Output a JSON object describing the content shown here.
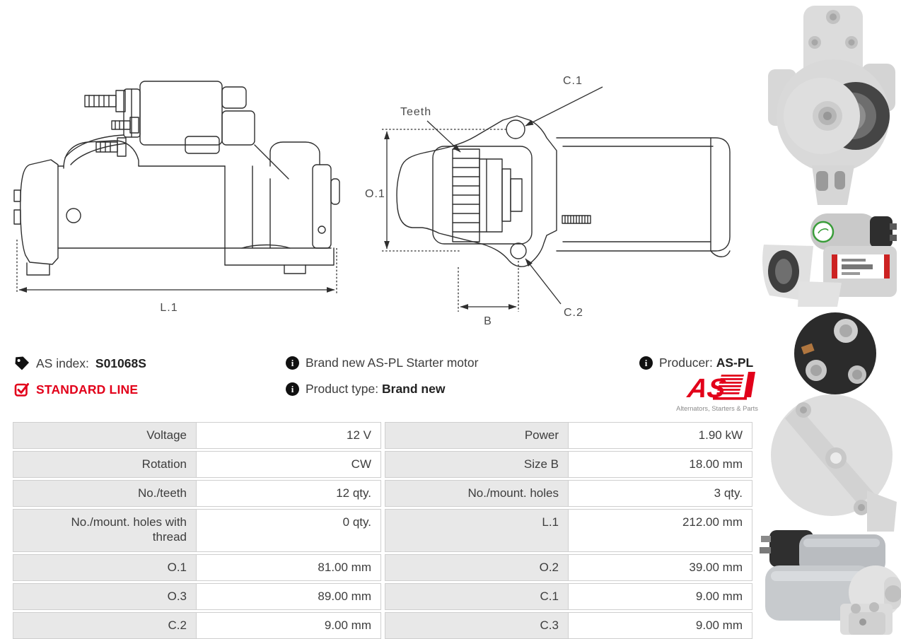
{
  "info": {
    "as_index": {
      "label": "AS index:",
      "value": "S01068S"
    },
    "standard_line": "STANDARD LINE",
    "note_brand_new": "Brand new AS-PL Starter motor",
    "product_type": {
      "label": "Product type:",
      "value": "Brand new"
    },
    "producer": {
      "label": "Producer:",
      "value": "AS-PL"
    },
    "logo": {
      "wordmark": "AS",
      "tagline": "Alternators, Starters & Parts"
    }
  },
  "drawing_labels": {
    "side_view": {
      "length": "L.1"
    },
    "front_view": {
      "teeth": "Teeth",
      "o1": "O.1",
      "b": "B",
      "c1": "C.1",
      "c2": "C.2"
    }
  },
  "table": {
    "rows": [
      {
        "cells": [
          "Voltage",
          "12 V",
          "Power",
          "1.90 kW"
        ],
        "tall": false
      },
      {
        "cells": [
          "Rotation",
          "CW",
          "Size B",
          "18.00 mm"
        ],
        "tall": false
      },
      {
        "cells": [
          "No./teeth",
          "12 qty.",
          "No./mount. holes",
          "3 qty."
        ],
        "tall": false
      },
      {
        "cells": [
          "No./mount. holes with thread",
          "0 qty.",
          "L.1",
          "212.00 mm"
        ],
        "tall": true
      },
      {
        "cells": [
          "O.1",
          "81.00 mm",
          "O.2",
          "39.00 mm"
        ],
        "tall": false
      },
      {
        "cells": [
          "O.3",
          "89.00 mm",
          "C.1",
          "9.00 mm"
        ],
        "tall": false
      },
      {
        "cells": [
          "C.2",
          "9.00 mm",
          "C.3",
          "9.00 mm"
        ],
        "tall": false
      }
    ]
  },
  "colors": {
    "accent_red": "#e2001a",
    "table_label_bg": "#e8e8e8",
    "table_border": "#cfcfcf",
    "drawing_line": "#2f2f2f",
    "text": "#3c3c3c"
  },
  "photos": [
    {
      "name": "starter motor front view"
    },
    {
      "name": "starter motor side view with label"
    },
    {
      "name": "starter motor rear solenoid view"
    },
    {
      "name": "starter motor side view 2"
    }
  ]
}
